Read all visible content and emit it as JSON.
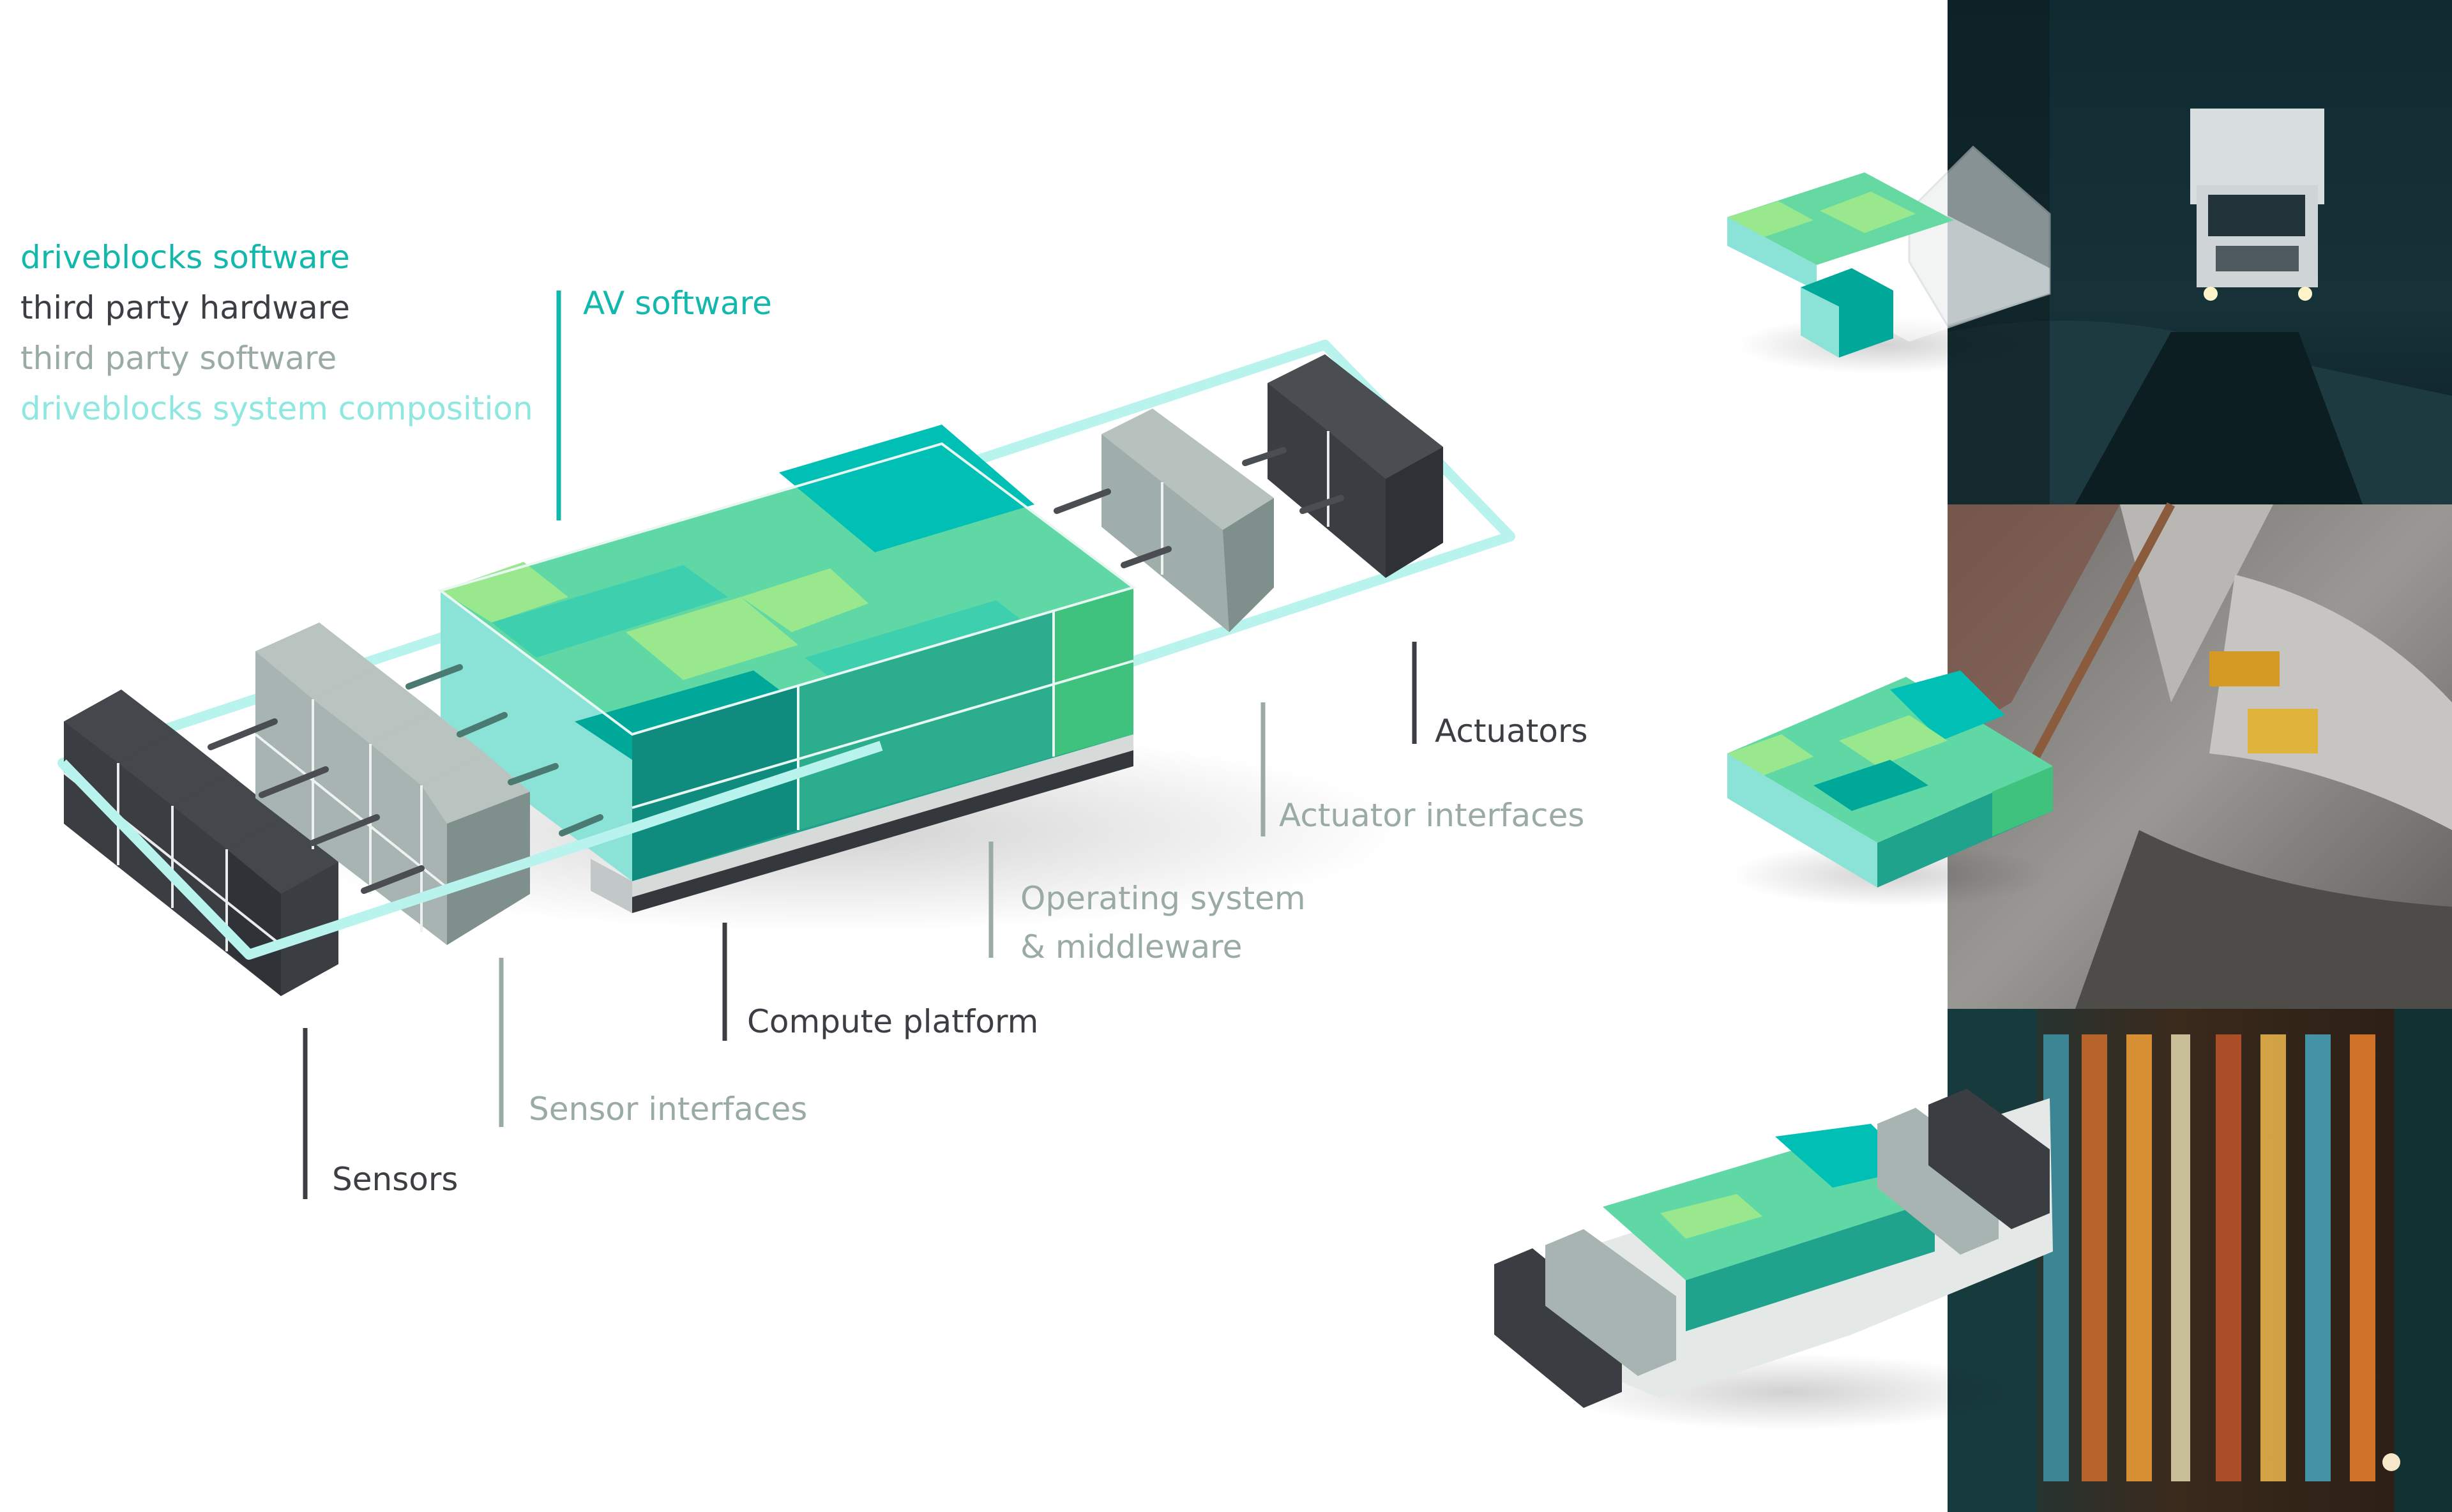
{
  "legend": {
    "driveblocks_software": {
      "label": "driveblocks software",
      "color": "#12b8ab"
    },
    "third_party_hardware": {
      "label": "third party hardware",
      "color": "#3b3e42"
    },
    "third_party_software": {
      "label": "third party software",
      "color": "#9aaaa6"
    },
    "system_composition": {
      "label": "driveblocks system composition",
      "color": "#8ee8e0"
    }
  },
  "callouts": {
    "av_software": "AV software",
    "actuators": "Actuators",
    "actuator_interfaces": "Actuator interfaces",
    "operating_system_line1": "Operating system",
    "operating_system_line2": "& middleware",
    "compute_platform": "Compute platform",
    "sensor_interfaces": "Sensor interfaces",
    "sensors": "Sensors"
  },
  "photos": [
    {
      "name": "truck-photo",
      "subject": "truck on road at dusk"
    },
    {
      "name": "mining-photo",
      "subject": "aerial view of mining site with wheel loader and dump truck"
    },
    {
      "name": "port-photo",
      "subject": "aerial view of container port at night"
    }
  ],
  "colors": {
    "teal": "#00bfb5",
    "mint": "#5fd6a6",
    "light_green": "#9ae88e",
    "sea_green": "#3ecf9d",
    "dark_teal": "#0c9a88",
    "hw_dark": "#3a3d42",
    "sw_grey": "#a7b4b1",
    "outline_cyan": "#b5f3ef"
  }
}
